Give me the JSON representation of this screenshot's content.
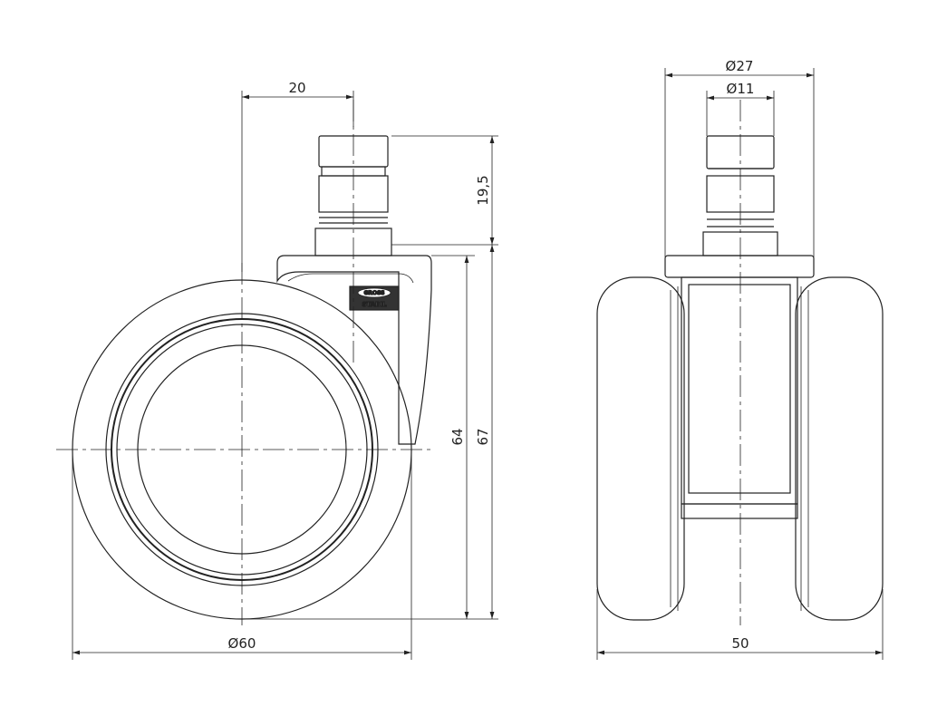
{
  "drawing": {
    "side_view": {
      "dim_stem_offset": "20",
      "dim_stem_height": "19,5",
      "dim_height_inner": "64",
      "dim_height_total": "67",
      "dim_wheel_diameter": "Ø60",
      "logo_line1": "GROSS",
      "logo_line2": "STABIL"
    },
    "front_view": {
      "dim_housing_diameter": "Ø27",
      "dim_stem_diameter": "Ø11",
      "dim_total_width": "50"
    }
  }
}
